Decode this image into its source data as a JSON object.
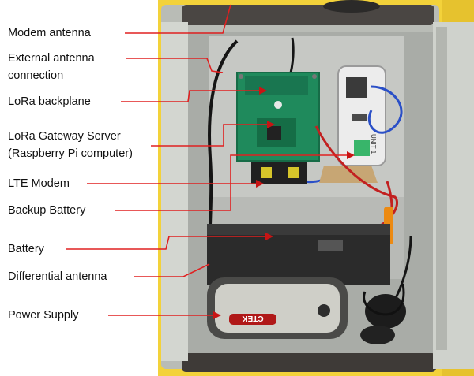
{
  "labels": {
    "modem_antenna": "Modem antenna",
    "external_antenna_line1": "External antenna",
    "external_antenna_line2": "connection",
    "lora_backplane": "LoRa backplane",
    "gateway_line1": "LoRa Gateway Server",
    "gateway_line2": "(Raspberry Pi computer)",
    "lte_modem": "LTE Modem",
    "backup_battery": "Backup Battery",
    "battery": "Battery",
    "differential_antenna": "Differential antenna",
    "power_supply": "Power Supply"
  },
  "device_text": {
    "charger_brand": "CTEK",
    "rpi_label": "UNIT 1"
  },
  "colors": {
    "leader_line": "#e02020",
    "arrow": "#c81414",
    "background_wall": "#f3d23a",
    "enclosure": "#c9ccc6",
    "pcb": "#1f8a5c",
    "battery": "#2b2b2b",
    "label_text": "#111111"
  }
}
